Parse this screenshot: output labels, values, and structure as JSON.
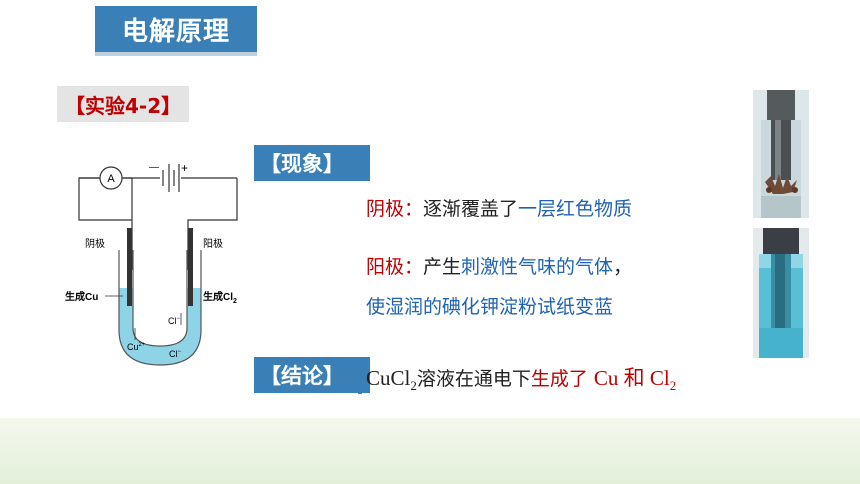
{
  "title": "电解原理",
  "experiment_label": "【实验4-2】",
  "phenomenon_label": "【现象】",
  "conclusion_label": "【结论】",
  "cathode_line": {
    "label": "阴极",
    "colon": "：",
    "text1": "逐渐覆盖了",
    "text2": "一层红色物质"
  },
  "anode_line": {
    "label": "阳极",
    "colon": "：",
    "text1": "产生",
    "text2": "刺激性气味的气体",
    "text3": "，",
    "text4": "使湿润的碘化钾淀粉试纸变蓝"
  },
  "conclusion": {
    "cucl": "CuCl",
    "sub1": "2",
    "mid": "溶液在通电下",
    "gen": "生成了",
    "products": "Cu 和 Cl",
    "sub2": "2"
  },
  "diagram_labels": {
    "ammeter": "A",
    "minus": "—",
    "plus": "+",
    "cathode": "阴极",
    "anode": "阳极",
    "gen_cu": "生成Cu",
    "gen_cl2": "生成Cl",
    "cl2_sub": "2",
    "ion_cl_1": "Cl",
    "ion_cl_2": "Cl",
    "ion_cu": "Cu",
    "cu_charge": "2+",
    "cl_charge": "−"
  },
  "colors": {
    "accent_blue": "#3a7fb6",
    "red_text": "#c00000",
    "blue_text": "#1f63b4",
    "solution": "#8fd3e6"
  }
}
